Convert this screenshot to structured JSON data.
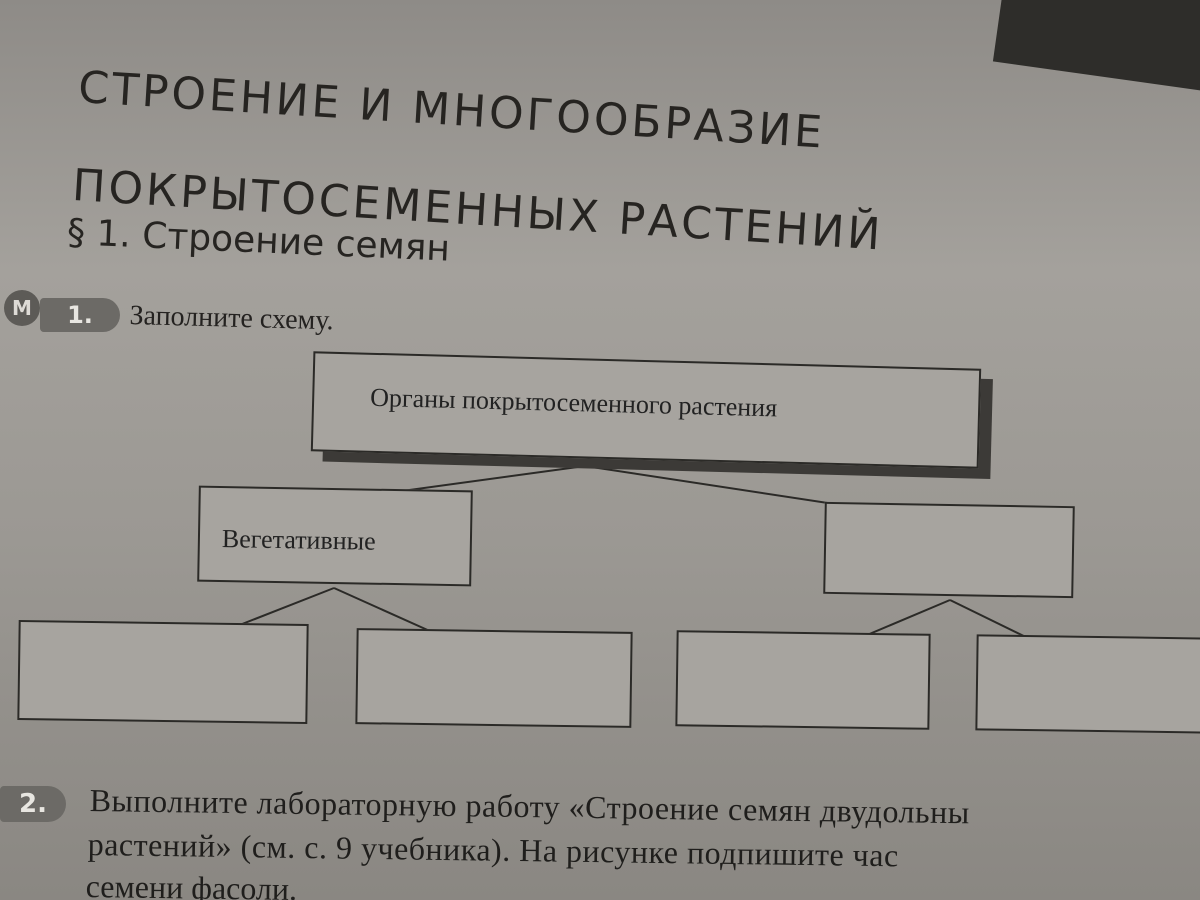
{
  "page": {
    "title_line1": "СТРОЕНИЕ И МНОГООБРАЗИЕ",
    "title_line2": "ПОКРЫТОСЕМЕННЫХ РАСТЕНИЙ",
    "section": "§ 1. Строение семян"
  },
  "task1": {
    "icon_letter": "М",
    "number": "1.",
    "instruction": "Заполните схему."
  },
  "diagram": {
    "root": "Органы покрытосеменного растения",
    "left_branch": "Вегетативные",
    "right_branch": "",
    "left_children": [
      "",
      ""
    ],
    "right_children": [
      "",
      ""
    ]
  },
  "task2": {
    "number": "2.",
    "line1": "Выполните лабораторную работу «Строение семян двудольны",
    "line2": "растений» (см. с. 9 учебника). На рисунке подпишите час",
    "line3": "семени фасоли."
  }
}
